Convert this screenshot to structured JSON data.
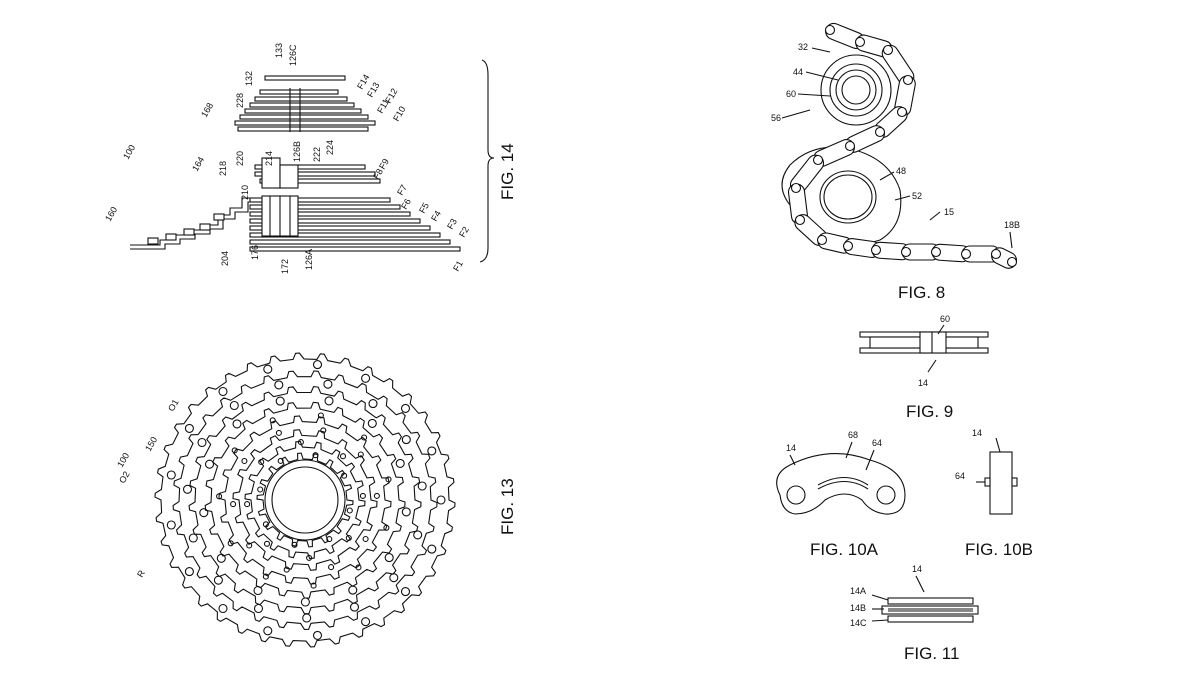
{
  "figures": {
    "fig14": {
      "caption": "FIG. 14",
      "labels": [
        "100",
        "160",
        "164",
        "168",
        "133",
        "132",
        "126C",
        "228",
        "F14",
        "F13",
        "F12",
        "F11",
        "F10",
        "220",
        "214",
        "126B",
        "218",
        "F9",
        "F8",
        "210",
        "222",
        "224",
        "F7",
        "F6",
        "F5",
        "F4",
        "F3",
        "F2",
        "F1",
        "204",
        "176",
        "172",
        "126A"
      ]
    },
    "fig13": {
      "caption": "FIG. 13",
      "labels": [
        "100",
        "150",
        "O1",
        "O2",
        "R"
      ]
    },
    "fig8": {
      "caption": "FIG. 8",
      "labels": [
        "32",
        "44",
        "60",
        "56",
        "48",
        "52",
        "15",
        "18B"
      ]
    },
    "fig9": {
      "caption": "FIG. 9",
      "labels": [
        "60",
        "14"
      ]
    },
    "fig10a": {
      "caption": "FIG. 10A",
      "labels": [
        "14",
        "68",
        "64"
      ]
    },
    "fig10b": {
      "caption": "FIG. 10B",
      "labels": [
        "14",
        "64"
      ]
    },
    "fig11": {
      "caption": "FIG. 11",
      "labels": [
        "14",
        "14A",
        "14B",
        "14C"
      ]
    }
  }
}
